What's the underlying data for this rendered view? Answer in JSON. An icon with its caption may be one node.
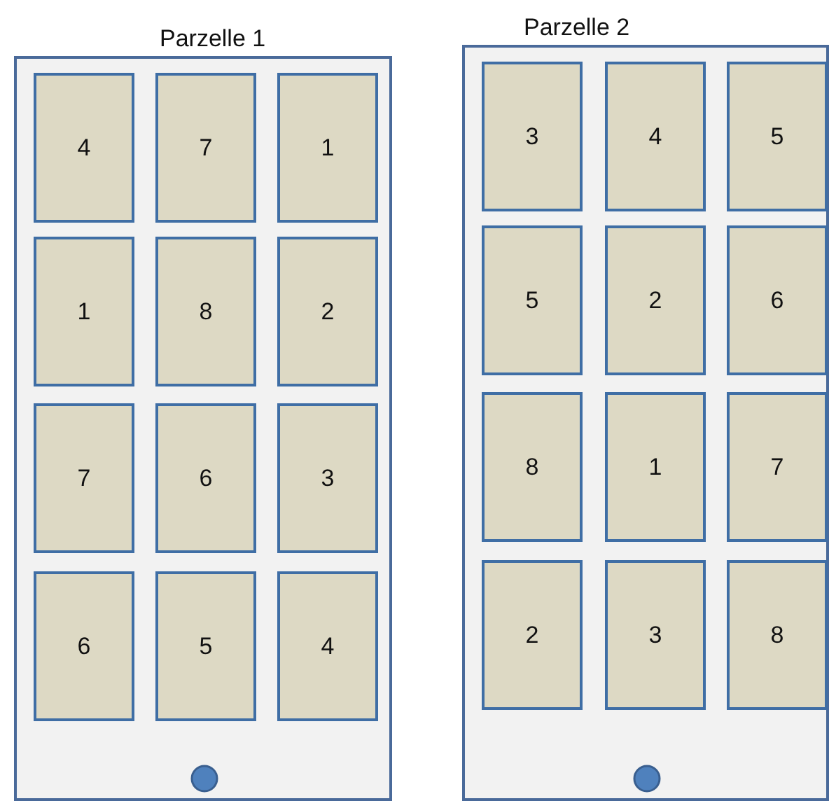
{
  "diagram": {
    "nodes": [
      {
        "text": [
          "Parzelle 1"
        ]
      },
      {
        "text": [
          "4"
        ],
        "in": 0
      },
      {
        "text": [
          "7"
        ],
        "in": 0
      },
      {
        "text": [
          "1"
        ],
        "in": 0
      },
      {
        "text": [
          "1"
        ],
        "in": 0
      },
      {
        "text": [
          "8"
        ],
        "in": 0
      },
      {
        "text": [
          "2"
        ],
        "in": 0
      },
      {
        "text": [
          "7"
        ],
        "in": 0
      },
      {
        "text": [
          "6"
        ],
        "in": 0
      },
      {
        "text": [
          "3"
        ],
        "in": 0
      },
      {
        "text": [
          "6"
        ],
        "in": 0
      },
      {
        "text": [
          "5"
        ],
        "in": 0
      },
      {
        "text": [
          "4"
        ],
        "in": 0
      },
      {
        "text": [],
        "shape": "circle",
        "in": 0
      },
      {
        "text": [
          "Parzelle 2"
        ]
      },
      {
        "text": [
          "3"
        ],
        "in": 14
      },
      {
        "text": [
          "4"
        ],
        "in": 14
      },
      {
        "text": [
          "5"
        ],
        "in": 14
      },
      {
        "text": [
          "5"
        ],
        "in": 14
      },
      {
        "text": [
          "2"
        ],
        "in": 14
      },
      {
        "text": [
          "6"
        ],
        "in": 14
      },
      {
        "text": [
          "8"
        ],
        "in": 14
      },
      {
        "text": [
          "1"
        ],
        "in": 14
      },
      {
        "text": [
          "7"
        ],
        "in": 14
      },
      {
        "text": [
          "2"
        ],
        "in": 14
      },
      {
        "text": [
          "3"
        ],
        "in": 14
      },
      {
        "text": [
          "8"
        ],
        "in": 14
      },
      {
        "text": [],
        "shape": "circle",
        "in": 14
      }
    ]
  }
}
